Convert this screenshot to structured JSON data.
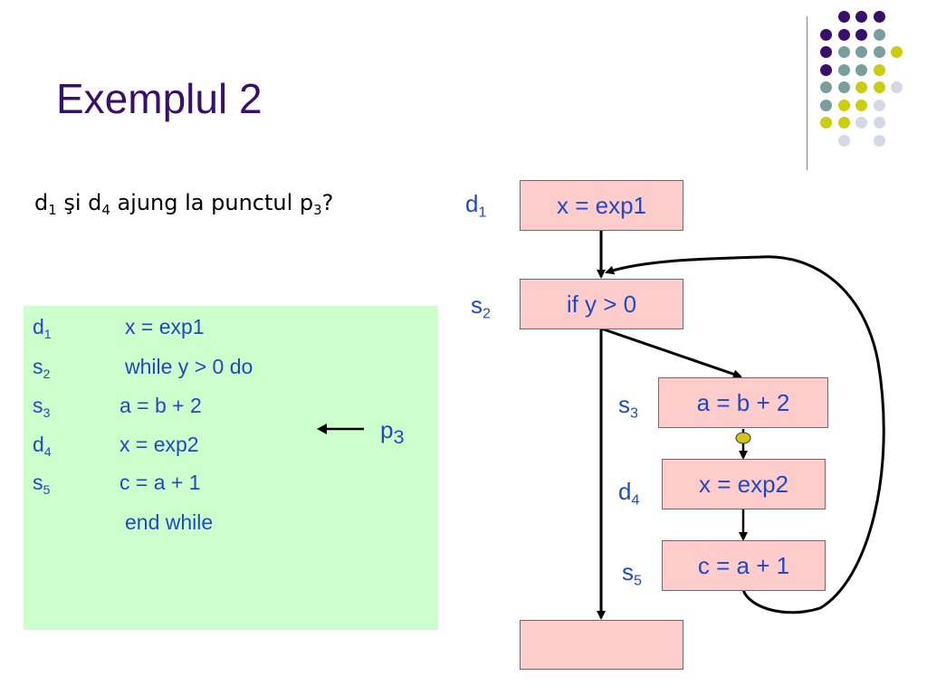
{
  "slide": {
    "title": "Exemplul 2",
    "question": {
      "d": "d",
      "d_sub": "1",
      "and": " şi ",
      "d2": "d",
      "d2_sub": "4",
      "mid": " ajung la punctul ",
      "p": "p",
      "p_sub": "3",
      "q": "?"
    }
  },
  "code": {
    "lines": [
      {
        "label": "d",
        "sub": "1",
        "text": "x = exp1"
      },
      {
        "label": "s",
        "sub": "2",
        "text": "while y > 0 do"
      },
      {
        "label": "s",
        "sub": "3",
        "text": "a =  b + 2"
      },
      {
        "label": "d",
        "sub": "4",
        "text": "x =  exp2"
      },
      {
        "label": "s",
        "sub": "5",
        "text": "c =  a + 1"
      },
      {
        "label": "",
        "sub": "",
        "text": "end while"
      }
    ],
    "pointer": {
      "label": "p",
      "sub": "3"
    }
  },
  "flowgraph": {
    "nodes": [
      {
        "label": "d",
        "sub": "1",
        "text": "x = exp1"
      },
      {
        "label": "s",
        "sub": "2",
        "text": "if  y > 0"
      },
      {
        "label": "s",
        "sub": "3",
        "text": "a = b + 2"
      },
      {
        "label": "d",
        "sub": "4",
        "text": "x = exp2"
      },
      {
        "label": "s",
        "sub": "5",
        "text": "c = a + 1"
      },
      {
        "label": "",
        "sub": "",
        "text": ""
      }
    ]
  },
  "colors": {
    "title": "#3a0f6b",
    "code_text": "#1f49c8",
    "code_bg": "#ccffcc",
    "node_bg": "#ffcccc",
    "marker": "#d4c21a",
    "dot_purple": "#3a0f6b",
    "dot_teal": "#7a9e9e",
    "dot_yellow": "#cccc11",
    "dot_lavender": "#d6d6e6"
  }
}
